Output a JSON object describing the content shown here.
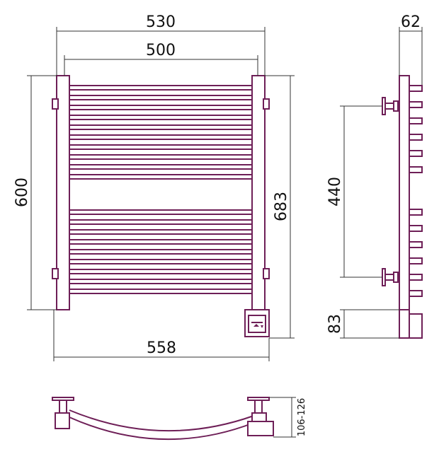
{
  "colors": {
    "outline": "#6e1f57",
    "dimension": "#333333",
    "background": "#ffffff"
  },
  "dimensions": {
    "top_width": "530",
    "inner_width": "500",
    "left_height": "600",
    "right_height": "683",
    "bottom_width": "558",
    "depth": "62",
    "mount_spacing": "440",
    "control_height": "83",
    "bottom_depth": "106-126"
  }
}
